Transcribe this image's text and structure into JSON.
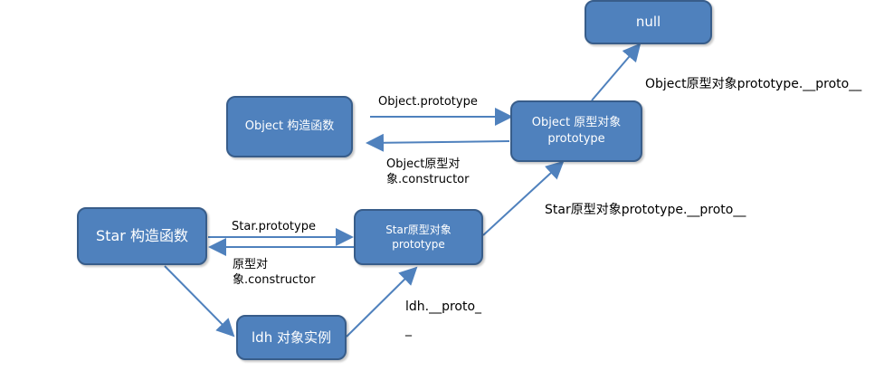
{
  "diagram": {
    "nodes": {
      "object_constructor": {
        "lines": [
          "Object 构造函数"
        ]
      },
      "object_prototype_object": {
        "lines": [
          "Object 原型对象",
          "prototype"
        ]
      },
      "null_node": {
        "lines": [
          "null"
        ]
      },
      "star_constructor": {
        "lines": [
          "Star 构造函数"
        ]
      },
      "star_prototype_object": {
        "lines": [
          "Star原型对象",
          "prototype"
        ]
      },
      "ldh_instance": {
        "lines": [
          "ldh 对象实例"
        ]
      }
    },
    "edge_labels": {
      "object_prototype": "Object.prototype",
      "object_constructor_line1": "Object原型对",
      "object_constructor_line2": "象.constructor",
      "star_prototype": "Star.prototype",
      "star_constructor_line1": "原型对",
      "star_constructor_line2": "象.constructor",
      "object_proto_to_null": "Object原型对象prototype.__proto__",
      "star_proto_to_object": "Star原型对象prototype.__proto__",
      "ldh_proto_line1": "ldh.__proto_",
      "ldh_proto_line2": "_"
    },
    "colors": {
      "node_fill": "#4f81bd",
      "node_border": "#385d8a",
      "edge": "#4f81bd",
      "text": "#000000"
    }
  }
}
